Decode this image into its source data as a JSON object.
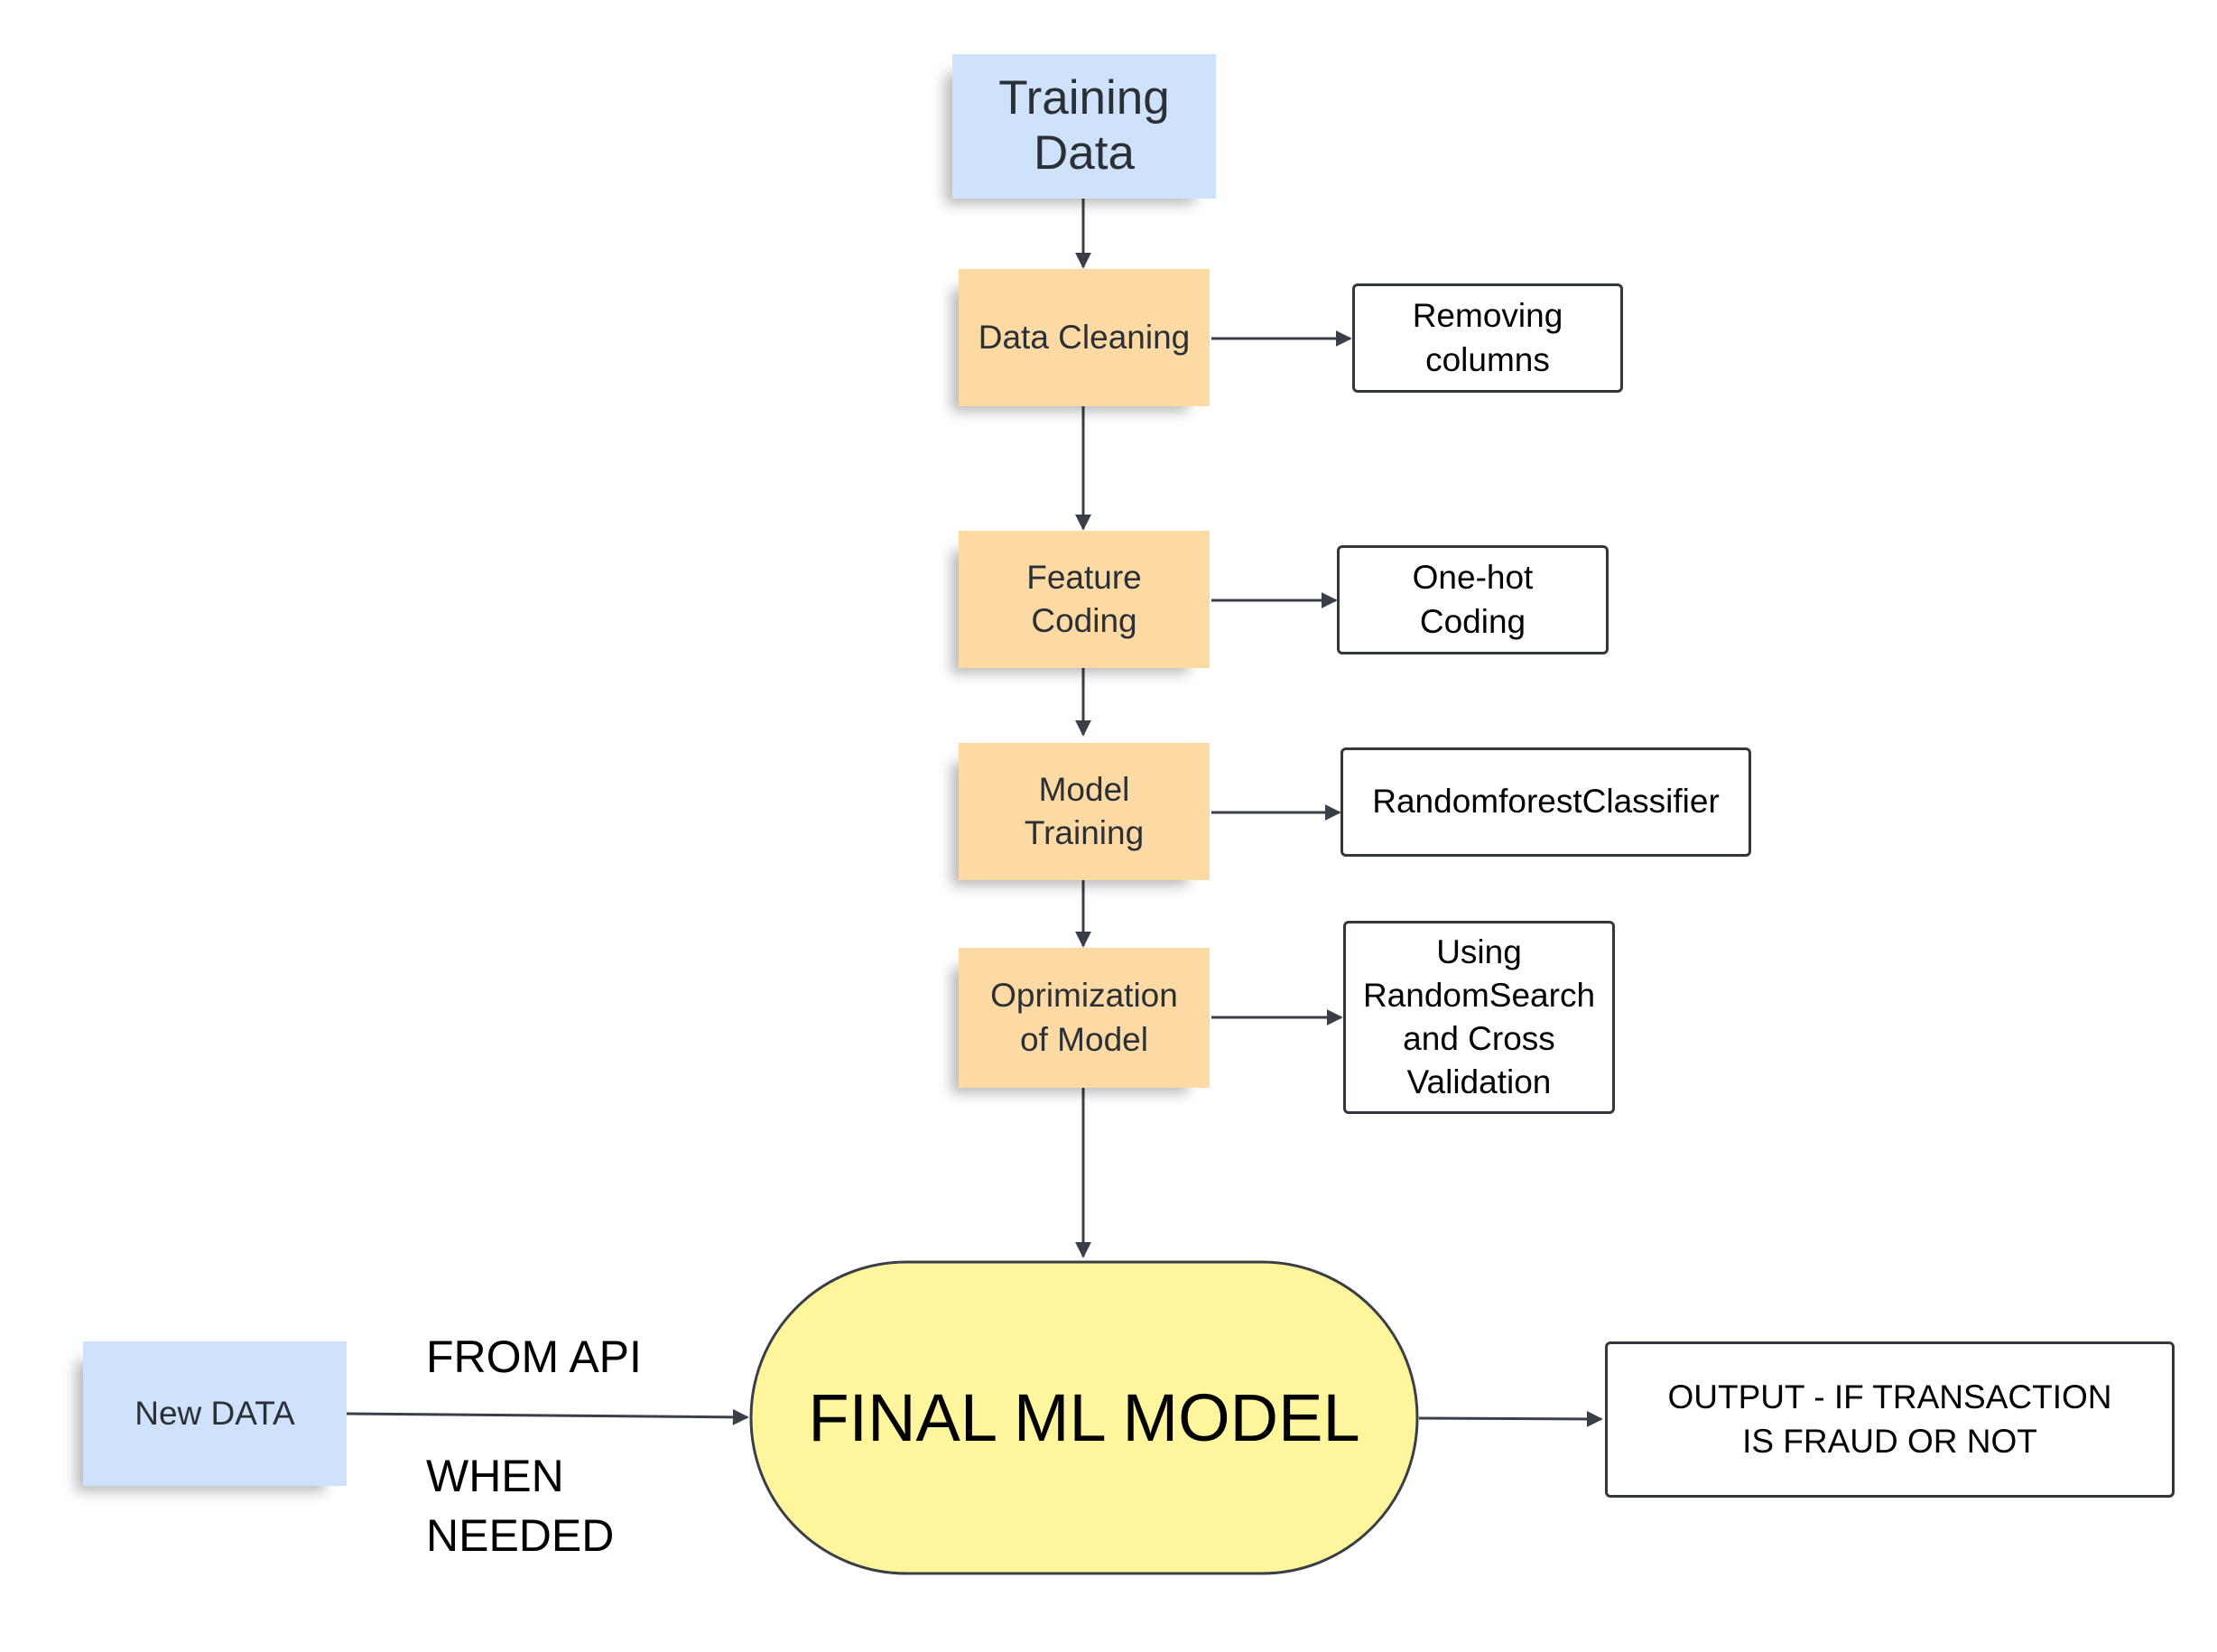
{
  "nodes": {
    "training_data": "Training\nData",
    "data_cleaning": "Data Cleaning",
    "feature_coding": "Feature\nCoding",
    "model_training": "Model\nTraining",
    "optimization": "Oprimization\nof Model",
    "removing_columns": "Removing\ncolumns",
    "one_hot_coding": "One-hot\nCoding",
    "random_forest": "RandomforestClassifier",
    "random_search": "Using\nRandomSearch\nand Cross\nValidation",
    "final_model": "FINAL ML MODEL",
    "new_data": "New DATA",
    "output": "OUTPUT - IF TRANSACTION\nIS FRAUD OR NOT"
  },
  "labels": {
    "from_api": "FROM API",
    "when_needed": "WHEN\nNEEDED"
  },
  "colors": {
    "sticky_blue": "#cfe2fc",
    "sticky_orange": "#fdd9a3",
    "final_model_fill": "#fff59d",
    "stroke": "#3a3f47"
  }
}
